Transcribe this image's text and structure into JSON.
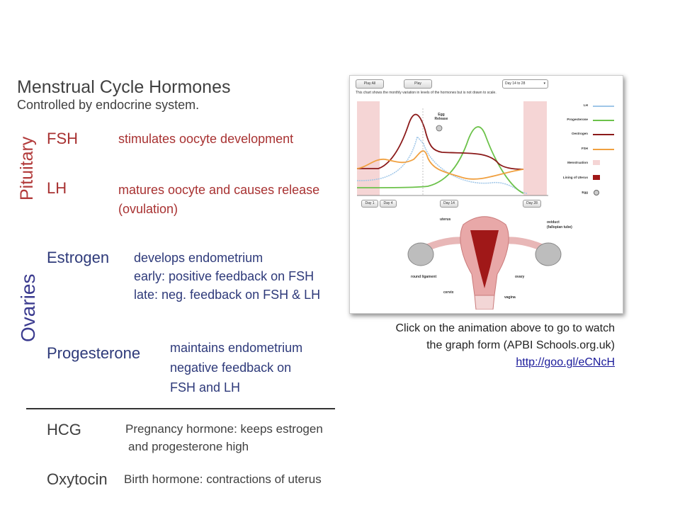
{
  "title": "Menstrual Cycle Hormones",
  "subtitle": "Controlled by endocrine system.",
  "groups": {
    "pituitary": "Pituitary",
    "ovaries": "Ovaries"
  },
  "hormones": {
    "fsh": {
      "name": "FSH",
      "desc": "stimulates oocyte development"
    },
    "lh": {
      "name": "LH",
      "desc1": "matures oocyte and causes release",
      "desc2": "(ovulation)"
    },
    "estrogen": {
      "name": "Estrogen",
      "desc1": "develops endometrium",
      "desc2": "early: positive feedback on FSH",
      "desc3": "late: neg. feedback on FSH & LH"
    },
    "progesterone": {
      "name": "Progesterone",
      "desc1": "maintains endometrium",
      "desc2": "negative feedback on",
      "desc3": "FSH and LH"
    },
    "hcg": {
      "name": "HCG",
      "desc1": "Pregnancy hormone: keeps estrogen",
      "desc2": "and progesterone high"
    },
    "oxytocin": {
      "name": "Oxytocin",
      "desc": "Birth hormone: contractions of uterus"
    }
  },
  "animation": {
    "play_all": "Play All",
    "play": "Play",
    "day_select": "Day 14 to 28",
    "note": "This chart shows the monthly variation in levels of the hormones but is not drawn to scale.",
    "egg_release": "Egg Release",
    "legend": [
      "LH",
      "Progesterone",
      "Oestrogen",
      "FSH",
      "Menstruation",
      "Lining of Uterus",
      "Egg"
    ],
    "day_buttons": [
      "Day 1",
      "Day 4",
      "Day 14",
      "Day 28"
    ],
    "labels": {
      "uterus": "uterus",
      "oviduct": "oviduct",
      "fallopian": "(fallopian tube)",
      "round_ligament": "round ligament",
      "ovary": "ovary",
      "cervix": "cervix",
      "vagina": "vagina"
    }
  },
  "colors": {
    "lh": "#9fc6e8",
    "progesterone": "#6cc24a",
    "oestrogen": "#8b1a1a",
    "fsh": "#f0a040",
    "menstruation": "#f5d5d5",
    "lining": "#a01818"
  },
  "caption": {
    "line1": "Click on the animation above to go to watch",
    "line2": "the graph form (APBI Schools.org.uk)",
    "link": "http://goo.gl/eCNcH"
  }
}
